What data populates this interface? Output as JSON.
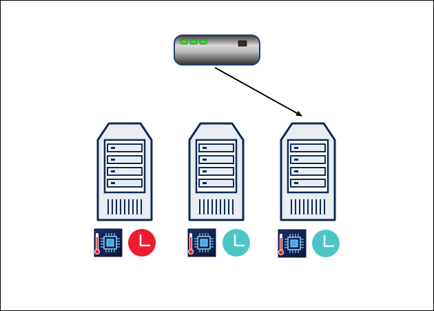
{
  "diagram": {
    "router": {
      "icon": "network-router-icon",
      "leds": 3,
      "led_color": "#3ddc2a",
      "body_color": "#8a8a8a",
      "border_color": "#1f3f6e"
    },
    "arrow": {
      "from": "router",
      "to": "server-3",
      "color": "#000000"
    },
    "server_style": {
      "outline_color": "#0e2a52",
      "fill_color": "#e9edf2"
    },
    "servers": [
      {
        "id": "server-1",
        "icon": "server-tower-icon",
        "cpu_temp_icon": "cpu-temperature-icon",
        "clock_icon": "clock-icon",
        "clock_color": "#ee1c2e"
      },
      {
        "id": "server-2",
        "icon": "server-tower-icon",
        "cpu_temp_icon": "cpu-temperature-icon",
        "clock_icon": "clock-icon",
        "clock_color": "#4dc5c8"
      },
      {
        "id": "server-3",
        "icon": "server-tower-icon",
        "cpu_temp_icon": "cpu-temperature-icon",
        "clock_icon": "clock-icon",
        "clock_color": "#4dc5c8"
      }
    ]
  }
}
